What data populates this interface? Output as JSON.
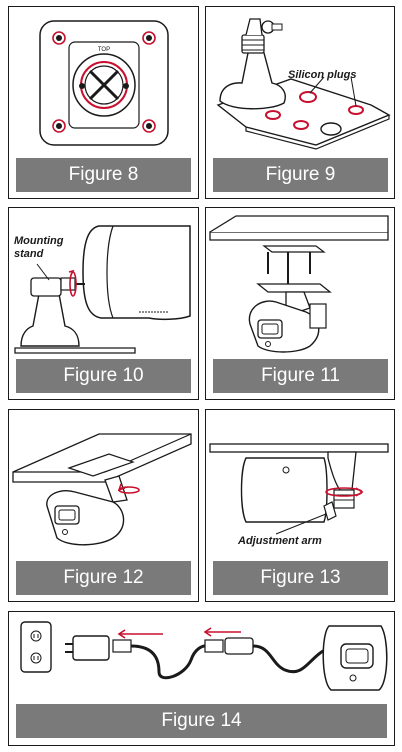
{
  "figures": [
    {
      "caption": "Figure 8",
      "labels": {
        "top_tab": "TOP"
      }
    },
    {
      "caption": "Figure 9",
      "labels": {
        "silicon_plugs": "Silicon plugs"
      }
    },
    {
      "caption": "Figure 10",
      "labels": {
        "mounting_stand_1": "Mounting",
        "mounting_stand_2": "stand"
      }
    },
    {
      "caption": "Figure 11"
    },
    {
      "caption": "Figure 12"
    },
    {
      "caption": "Figure 13",
      "labels": {
        "adjustment_arm": "Adjustment arm"
      }
    },
    {
      "caption": "Figure 14"
    }
  ],
  "colors": {
    "caption_bg": "#7a7a7a",
    "caption_text": "#ffffff",
    "line": "#1a1a1a",
    "accent_red": "#c8102e",
    "paper": "#ffffff"
  }
}
